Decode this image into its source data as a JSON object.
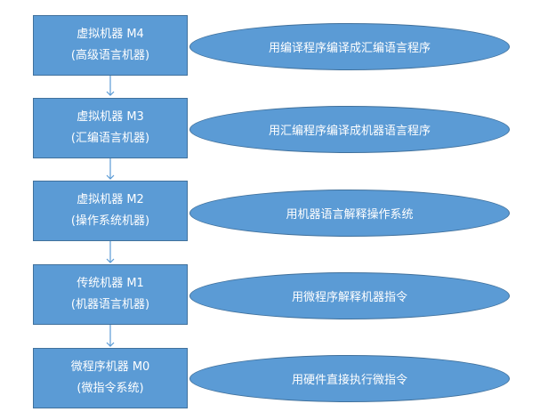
{
  "levels": [
    {
      "name": "虚拟机器 M4",
      "sub": "(高级语言机器)",
      "action": "用编译程序编译成汇编语言程序"
    },
    {
      "name": "虚拟机器 M3",
      "sub": "(汇编语言机器)",
      "action": "用汇编程序编译成机器语言程序"
    },
    {
      "name": "虚拟机器 M2",
      "sub": "(操作系统机器)",
      "action": "用机器语言解释操作系统"
    },
    {
      "name": "传统机器 M1",
      "sub": "(机器语言机器)",
      "action": "用微程序解释机器指令"
    },
    {
      "name": "微程序机器 M0",
      "sub": "(微指令系统)",
      "action": "用硬件直接执行微指令"
    }
  ],
  "colors": {
    "fill": "#5b9bd5",
    "border": "#41719c",
    "text": "#ffffff",
    "arrow": "#5b9bd5"
  }
}
